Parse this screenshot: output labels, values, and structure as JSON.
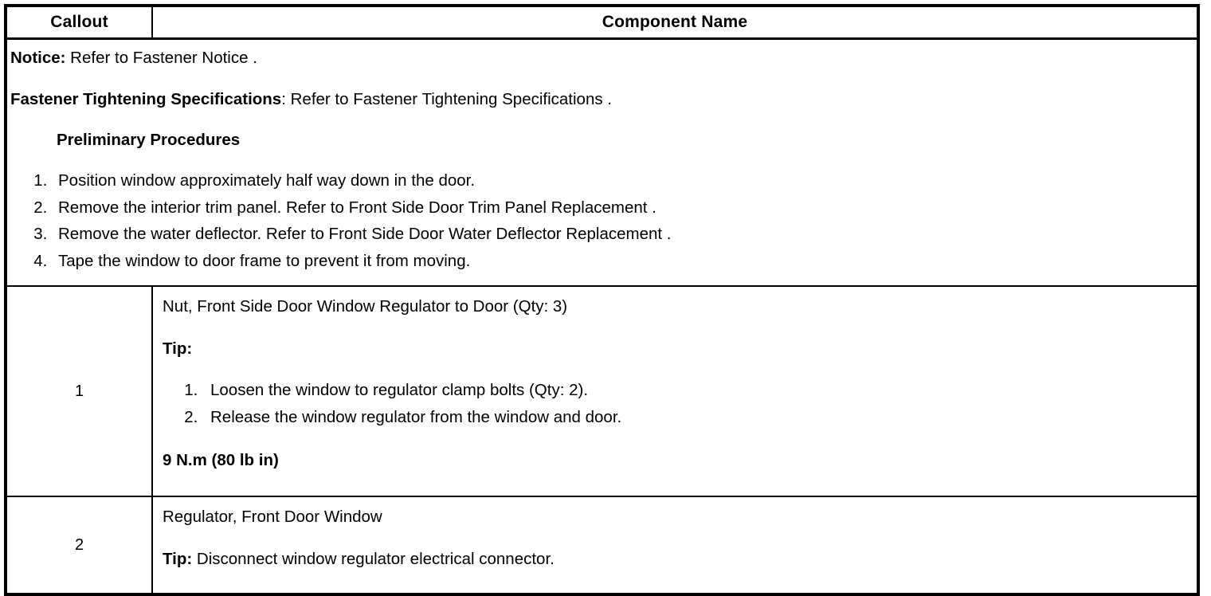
{
  "table": {
    "columns": [
      {
        "key": "callout",
        "header": "Callout"
      },
      {
        "key": "component_name",
        "header": "Component Name"
      }
    ],
    "notice_row": {
      "notice_label": "Notice:",
      "notice_text": " Refer to Fastener Notice .",
      "fastener_label": "Fastener Tightening Specifications",
      "fastener_text": ": Refer to Fastener Tightening Specifications .",
      "preliminary_heading": "Preliminary Procedures",
      "preliminary_steps": [
        "Position window approximately half way down in the door.",
        "Remove the interior trim panel. Refer to Front Side Door Trim Panel Replacement .",
        "Remove the water deflector. Refer to Front Side Door Water Deflector Replacement .",
        "Tape the window to door frame to prevent it from moving."
      ]
    },
    "rows": [
      {
        "callout": "1",
        "component_name": "Nut, Front Side Door Window Regulator to Door (Qty: 3)",
        "tip_label": "Tip:",
        "tip_steps": [
          "Loosen the window to regulator clamp bolts (Qty: 2).",
          "Release the window regulator from the window and door."
        ],
        "torque": "9 N.m (80 lb in)"
      },
      {
        "callout": "2",
        "component_name": "Regulator, Front Door Window",
        "tip_label": "Tip:",
        "tip_text": " Disconnect window regulator electrical connector."
      }
    ]
  }
}
